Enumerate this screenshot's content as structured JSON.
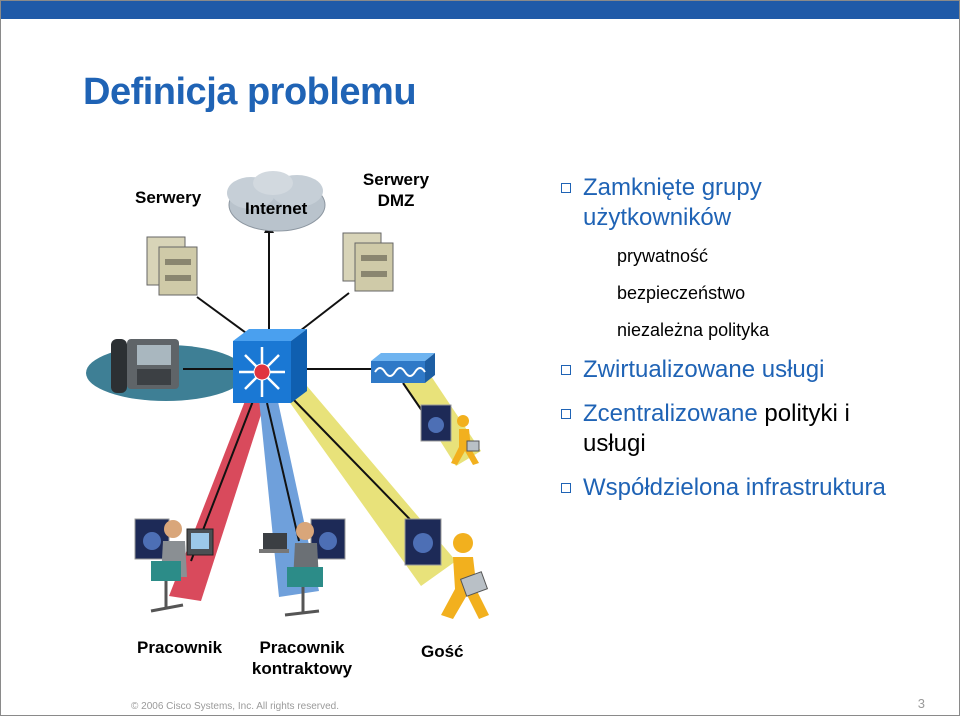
{
  "title": "Definicja problemu",
  "diagram": {
    "servers_label": "Serwery",
    "internet_label": "Internet",
    "dmz_label_line1": "Serwery",
    "dmz_label_line2": "DMZ",
    "worker_label": "Pracownik",
    "contractor_label_line1": "Pracownik",
    "contractor_label_line2": "kontraktowy",
    "guest_label": "Gość",
    "colors": {
      "red_beam": "#d94a5c",
      "blue_beam": "#6fa0db",
      "yellow_beam": "#e8e27a",
      "teal_beam": "#3e7f95",
      "switch_blue": "#1a78d4",
      "firewall_blue": "#2f79c7"
    }
  },
  "bullets": [
    {
      "text_blue": "Zamknięte grupy",
      "text_blue2": "użytkowników"
    },
    {
      "text_blue": "Zwirtualizowane usługi"
    },
    {
      "text_blue": "Zcentralizowane",
      "text_black": " polityki i",
      "text_black2": "usługi"
    },
    {
      "text_blue": "Współdzielona infrastruktura"
    }
  ],
  "sub_items": [
    "prywatność",
    "bezpieczeństwo",
    "niezależna polityka"
  ],
  "footer": "© 2006 Cisco Systems, Inc. All rights reserved.",
  "page_number": "3",
  "icons": [
    "server-icon",
    "cloud-icon",
    "ip-phone-icon",
    "switch-icon",
    "firewall-icon",
    "person-icon",
    "laptop-icon",
    "document-icon"
  ]
}
